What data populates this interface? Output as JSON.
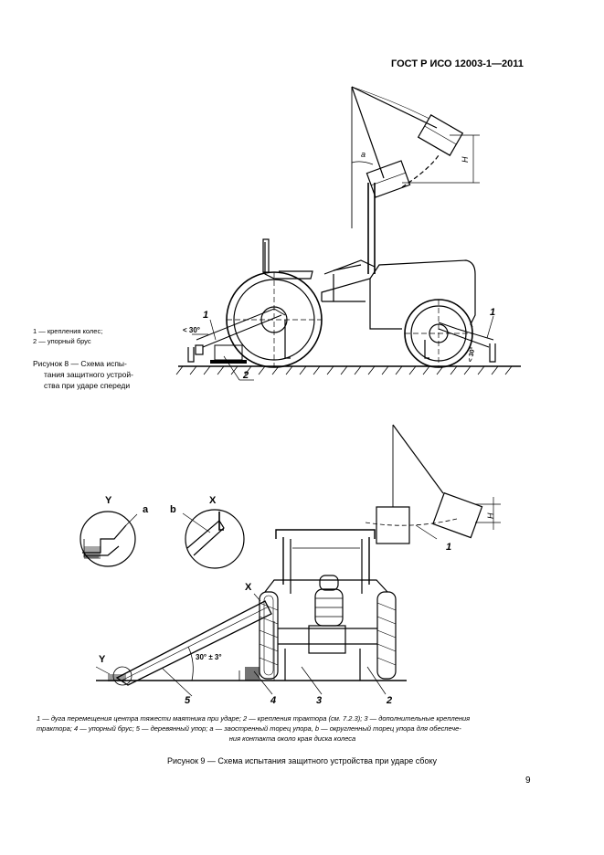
{
  "header": {
    "doc_id": "ГОСТ Р ИСО 12003-1—2011"
  },
  "figure8": {
    "legend": [
      "1 — крепления колес;",
      "2 — упорный брус"
    ],
    "caption_lines": [
      "Рисунок 8 — Схема испы-",
      "тания защитного устрой-",
      "ства при ударе спереди"
    ],
    "labels": {
      "angle": "< 30°",
      "angle2": "< 30°",
      "a": "a",
      "h": "H",
      "n1": "1",
      "n1b": "1",
      "n2": "2"
    }
  },
  "figure9": {
    "labels": {
      "y": "Y",
      "a": "a",
      "b": "b",
      "x": "X",
      "xb": "X",
      "yb": "Y",
      "h": "H",
      "angle": "30° ± 3°",
      "n1": "1",
      "n2": "2",
      "n3": "3",
      "n4": "4",
      "n5": "5"
    },
    "legend_lines": [
      "1 — дуга перемещения центра тяжести маятника при ударе; 2 — крепления трактора (см. 7.2.3); 3 — дополнительные крепления",
      "трактора; 4 — упорный брус; 5 — деревянный упор; а — заостренный торец упора, b — округленный торец упора для обеспече-",
      "ния контакта около края диска колеса"
    ],
    "caption": "Рисунок 9 — Схема испытания защитного устройства при ударе сбоку"
  },
  "page_number": "9"
}
